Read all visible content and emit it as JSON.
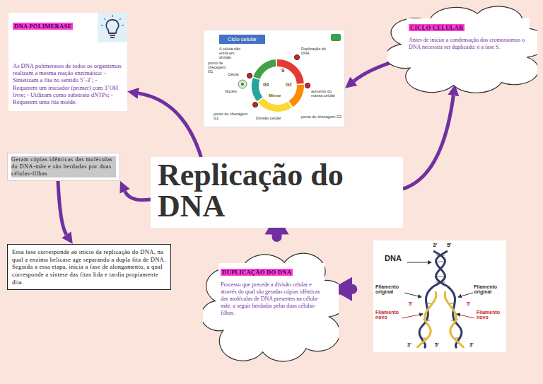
{
  "diagram": {
    "nodes": [
      {
        "text": [
          "DNA POLIMERASE",
          "As DNA polimerases de todos os organismos realizam a mesma reação enzimática: - Sintetizam a fita no sentido 5´-3´; - Requerem um iniciador (primer) com 3´OH livre; - Utilizam como substrato dNTPs; - Requerem uma fita molde."
        ]
      },
      {
        "text": [
          "Ciclo celular"
        ]
      },
      {
        "text": [
          "CICLO CELULAR",
          "Antes de iniciar a condensação dos cromossomos o DNA necessita ser duplicado: é a fase S."
        ]
      },
      {
        "text": [
          "Geram cópias idênticas das moléculas do DNA-mãe e são herdadas por duas células-filhas"
        ]
      },
      {
        "text": [
          "Replicação do DNA"
        ]
      },
      {
        "text": [
          "Essa fase corresponde ao início da replicação do DNA, na qual a enzima helicase age separando a dupla fita de DNA. Seguida a essa etapa, inicia a fase de alongamento, a qual corresponde a síntese das fitas lida e tardia propiamente dita."
        ]
      },
      {
        "text": [
          "DUPLICAÇÃO DO DNA",
          "Processo que precede a divisão celular e através do qual são geradas cópias idênticas das moléculas de DNA presentes na célula-mãe, a seguir herdadas pelas duas células-filhas."
        ]
      },
      {
        "text": [
          "DNA"
        ]
      }
    ],
    "edges": [
      {
        "from": 4,
        "to": 0,
        "arrow": "to"
      },
      {
        "from": 4,
        "to": 2,
        "arrow": "to"
      },
      {
        "from": 2,
        "to": 1,
        "arrow": "to"
      },
      {
        "from": 4,
        "to": 3,
        "arrow": "to"
      },
      {
        "from": 3,
        "to": 5,
        "arrow": "to"
      },
      {
        "from": 4,
        "to": 6,
        "arrow": "to"
      },
      {
        "from": 6,
        "to": 7,
        "arrow": "to"
      }
    ],
    "labels": [
      "A célula não entra em divisão",
      "Duplicação do DNA",
      "ponto de checagem G1",
      "Célula",
      "Núcleo",
      "G1",
      "S",
      "G2",
      "aumento do massa celular",
      "Mitose",
      "ponto de checagem G1",
      "Divisão celular",
      "ponto de checagem G2",
      "3'",
      "5'",
      "Filamento original",
      "Filamento original",
      "5'",
      "Filamento novo",
      "5'",
      "Filamento novo",
      "3'",
      "5'",
      "3'"
    ]
  }
}
